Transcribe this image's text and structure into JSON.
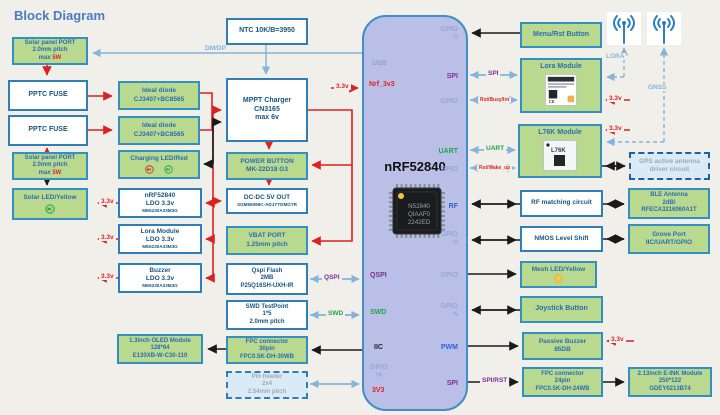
{
  "labels": {
    "title": "Block Diagram",
    "dm_dp": "DM/DP",
    "qspi": "QSPI",
    "swd": "SWD",
    "spi": "SPI",
    "uart": "UART",
    "rst_busy": "Rst/Busy/Int",
    "rst_wake": "Rst/Wake_up",
    "spi_rst": "SPI/RST",
    "lora": "LORA",
    "gnss": "GNSS",
    "v33": "3.3v"
  },
  "boxes": {
    "solar_port_1": {
      "lines": [
        "Solar panel PORT",
        "2.0mm pitch"
      ],
      "max_prefix": "max ",
      "max_value": "5W"
    },
    "pptc_fuse_1": {
      "lines": [
        "PPTC FUSE"
      ]
    },
    "pptc_fuse_2": {
      "lines": [
        "PPTC FUSE"
      ]
    },
    "solar_port_2": {
      "lines": [
        "Solar panel PORT",
        "2.0mm pitch"
      ],
      "max_prefix": "max ",
      "max_value": "5W"
    },
    "solar_led": {
      "lines": [
        "Solar LED/Yellow"
      ]
    },
    "ideal_diode_1": {
      "lines": [
        "Ideal diode",
        "CJ3407+BC8565"
      ]
    },
    "ideal_diode_2": {
      "lines": [
        "Ideal diode",
        "CJ3407+BC8565"
      ]
    },
    "charging_led": {
      "lines": [
        "Charging LED/Red"
      ]
    },
    "ldo_nrf": {
      "lines": [
        "nRF52840",
        "LDO 3.3v",
        "ME6230A33M3G"
      ]
    },
    "ldo_lora": {
      "lines": [
        "Lora Module",
        "LDO 3.3v",
        "ME6230A33M3G"
      ]
    },
    "ldo_buzzer": {
      "lines": [
        "Buzzer",
        "LDO 3.3v",
        "ME6230A33M3G"
      ]
    },
    "oled": {
      "lines": [
        "1.3inch OLED Module",
        "128*64",
        "E130XB-W-C30-110"
      ]
    },
    "ntc": {
      "lines": [
        "NTC 10K/B=3950"
      ]
    },
    "mppt": {
      "lines": [
        "MPPT Charger",
        "CN3165",
        "max 6v"
      ]
    },
    "power_button": {
      "lines": [
        "POWER BUTTON",
        "MK-22D18 G3"
      ]
    },
    "dcdc": {
      "lines": [
        "DC-DC 5V OUT",
        "SGM66099C-ADJYTDMGTR"
      ]
    },
    "vbat": {
      "lines": [
        "VBAT PORT",
        "1.25mm pitch"
      ]
    },
    "qspi_flash": {
      "lines": [
        "Qspi Flash",
        "2MB",
        "P25Q16SH-UXH-IR"
      ]
    },
    "swd_tp": {
      "lines": [
        "SWD TestPoint",
        "1*5",
        "2.0mm pitch"
      ]
    },
    "fpc30": {
      "lines": [
        "FPC connector",
        "30pin",
        "FPC0.5K-DH-30WB"
      ]
    },
    "pin_header": {
      "lines": [
        "Pin header",
        "2x4",
        "2.54mm pitch"
      ]
    },
    "menu_rst": {
      "lines": [
        "Menu/Rst Button"
      ]
    },
    "lora_module": {
      "lines": [
        "Lora Module"
      ]
    },
    "l76k_module": {
      "lines": [
        "L76K Module"
      ]
    },
    "gps_driver": {
      "lines": [
        "GPS active antenna",
        "driver circuit"
      ]
    },
    "rf_matching": {
      "lines": [
        "RF matching circuit"
      ]
    },
    "ble_antenna": {
      "lines": [
        "BLE Antenna",
        "2dBi",
        "RFECA3216060A1T"
      ]
    },
    "nmos": {
      "lines": [
        "NMOS Level Shift"
      ]
    },
    "grove": {
      "lines": [
        "Grove Port",
        "IIC/UART/GPIO"
      ]
    },
    "mesh_led": {
      "lines": [
        "Mesh LED/Yellow"
      ]
    },
    "joystick": {
      "lines": [
        "Joystick Button"
      ]
    },
    "passive_buzzer": {
      "lines": [
        "Passive Buzzer",
        "85DB"
      ]
    },
    "fpc24": {
      "lines": [
        "FPC connector",
        "24pin",
        "FPC0.5K-DH-24WB"
      ]
    },
    "eink": {
      "lines": [
        "2.13inch E-INK Module",
        "250*122",
        "GDEY0213B74"
      ]
    }
  },
  "nrf": {
    "title": "nRF52840",
    "chip": {
      "l1": "N52840",
      "l2": "QIAAF0",
      "l3": "2242ED"
    },
    "pin_usb": "USB",
    "pin_nrf3v3": "Nrf_3v3",
    "pin_qspi": "QSPI",
    "pin_swd": "SWD",
    "pin_iic": "IIC",
    "pin_gpio4": "GPIO",
    "pin_gpio4_sub": "*4",
    "pin_3v3": "3V3",
    "pin_r_gpio2a": "GPIO",
    "pin_r_gpio2a_sub": "*2",
    "pin_r_spi": "SPI",
    "pin_r_gpio_b": "GPIO",
    "pin_r_uart": "UART",
    "pin_r_gpio_c": "GPIO",
    "pin_r_rf": "RF",
    "pin_r_gpio2d": "GPIO",
    "pin_r_gpio2d_sub": "*2",
    "pin_r_gpio_e": "GPIO",
    "pin_r_gpio5": "GPIO",
    "pin_r_gpio5_sub": "*5",
    "pin_r_pwm": "PWM",
    "pin_r_spi2": "SPI"
  },
  "modules": {
    "l76k_chip": "L76K",
    "ce_mark": "CE"
  },
  "colors": {
    "green_box_fill": "#b9da8e",
    "box_border_blue": "#3390c3",
    "nrf_fill": "#b9bfe7",
    "red_wire": "#dd2020",
    "blue_wire": "#85b3da",
    "purple_label": "#7c2f96",
    "green_label": "#23a14d",
    "gpio_label": "#98a6d9",
    "red_label": "#e02424"
  }
}
